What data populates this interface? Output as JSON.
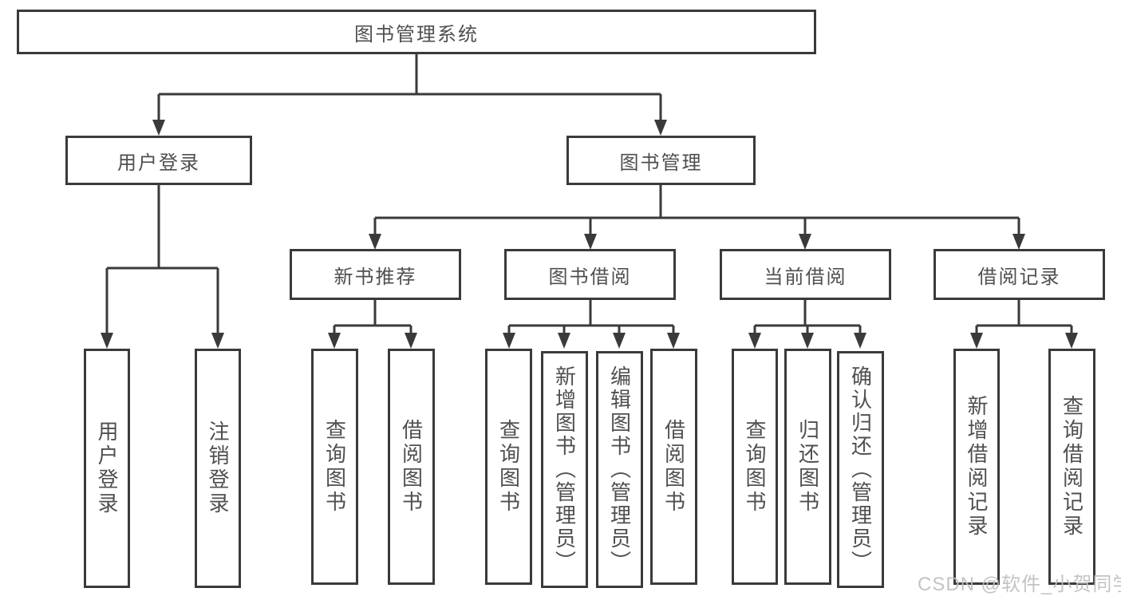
{
  "page": {
    "background": "#ffffff",
    "watermark": {
      "text": "CSDN @软件_小贺同学",
      "color": "#bdbdbd"
    }
  },
  "diagram": {
    "type": "tree",
    "line_color": "#3a3a3a",
    "box_border_color": "#3a3a3a",
    "text_color": "#4f4f4f",
    "tree": {
      "label": "图书管理系统",
      "children": [
        {
          "label": "用户登录",
          "children": [
            {
              "label": "用户登录"
            },
            {
              "label": "注销登录"
            }
          ]
        },
        {
          "label": "图书管理",
          "children": [
            {
              "label": "新书推荐",
              "children": [
                {
                  "label": "查询图书"
                },
                {
                  "label": "借阅图书"
                }
              ]
            },
            {
              "label": "图书借阅",
              "children": [
                {
                  "label": "查询图书"
                },
                {
                  "label": "新增图书（管理员）"
                },
                {
                  "label": "编辑图书（管理员）"
                },
                {
                  "label": "借阅图书"
                }
              ]
            },
            {
              "label": "当前借阅",
              "children": [
                {
                  "label": "查询图书"
                },
                {
                  "label": "归还图书"
                },
                {
                  "label": "确认归还（管理员）"
                }
              ]
            },
            {
              "label": "借阅记录",
              "children": [
                {
                  "label": "新增借阅记录"
                },
                {
                  "label": "查询借阅记录"
                }
              ]
            }
          ]
        }
      ]
    }
  }
}
